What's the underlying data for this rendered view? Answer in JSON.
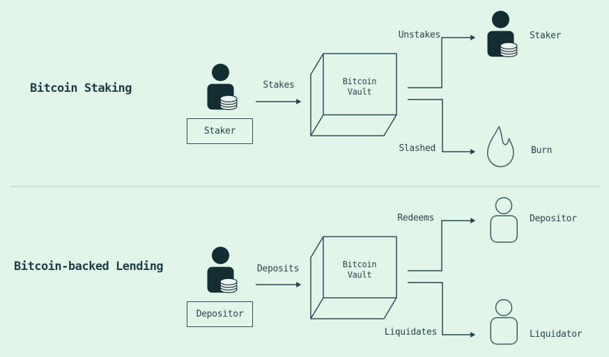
{
  "diagram_type": "flow-diagram",
  "colors": {
    "background": "#e1f6e9",
    "ink_text": "#26464f",
    "title_text": "#1e3d47",
    "stroke": "#26464f",
    "icon_fill": "#142d33",
    "coin_fill": "#eef3f1",
    "divider": "#ccdfd3"
  },
  "icons": {
    "actor": "person-with-coins-icon",
    "vault": "cube-3d-icon",
    "staker_result": "person-with-coins-icon",
    "burn_result": "flame-icon",
    "depositor_result": "person-outline-icon",
    "liquidator_result": "person-outline-icon"
  },
  "sections": [
    {
      "title": "Bitcoin Staking",
      "actor_label": "Staker",
      "deposit_action": "Stakes",
      "vault_line1": "Bitcoin",
      "vault_line2": "Vault",
      "outcome_top": {
        "action": "Unstakes",
        "target": "Staker"
      },
      "outcome_bottom": {
        "action": "Slashed",
        "target": "Burn"
      }
    },
    {
      "title": "Bitcoin-backed Lending",
      "actor_label": "Depositor",
      "deposit_action": "Deposits",
      "vault_line1": "Bitcoin",
      "vault_line2": "Vault",
      "outcome_top": {
        "action": "Redeems",
        "target": "Depositor"
      },
      "outcome_bottom": {
        "action": "Liquidates",
        "target": "Liquidator"
      }
    }
  ]
}
